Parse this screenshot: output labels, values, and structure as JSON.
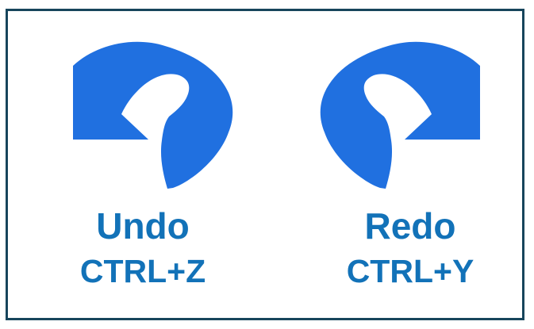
{
  "canvas": {
    "background_color": "#ffffff",
    "border_color": "#17455c",
    "text_color": "#1272b8"
  },
  "actions": [
    {
      "id": "undo",
      "label": "Undo",
      "shortcut": "CTRL+Z",
      "icon": "undo-curved-arrow-icon",
      "arrow_color": "#2070e0",
      "arrow_direction": "left"
    },
    {
      "id": "redo",
      "label": "Redo",
      "shortcut": "CTRL+Y",
      "icon": "redo-curved-arrow-icon",
      "arrow_color": "#2070e0",
      "arrow_direction": "right"
    }
  ]
}
